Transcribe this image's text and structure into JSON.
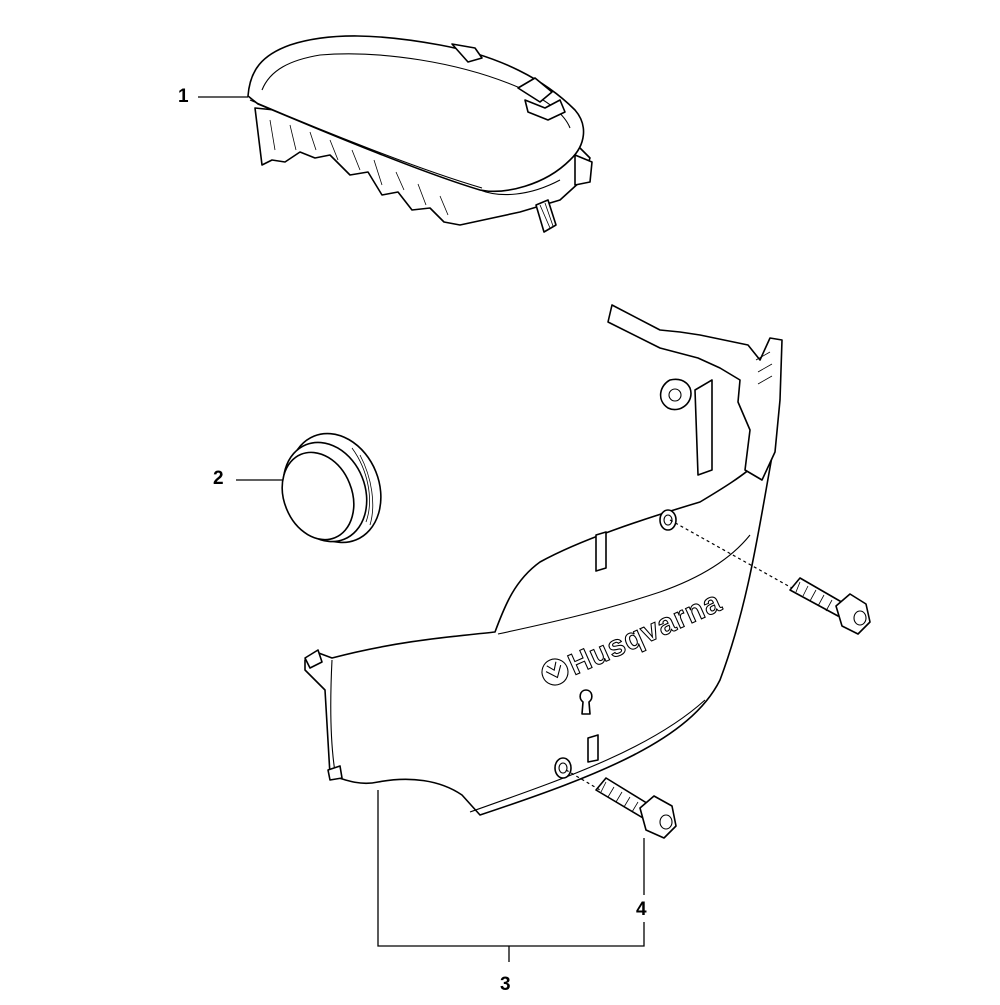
{
  "callouts": {
    "part_1": "1",
    "part_2": "2",
    "part_3": "3",
    "part_4": "4"
  },
  "logo": {
    "brand": "Husqvarna"
  }
}
